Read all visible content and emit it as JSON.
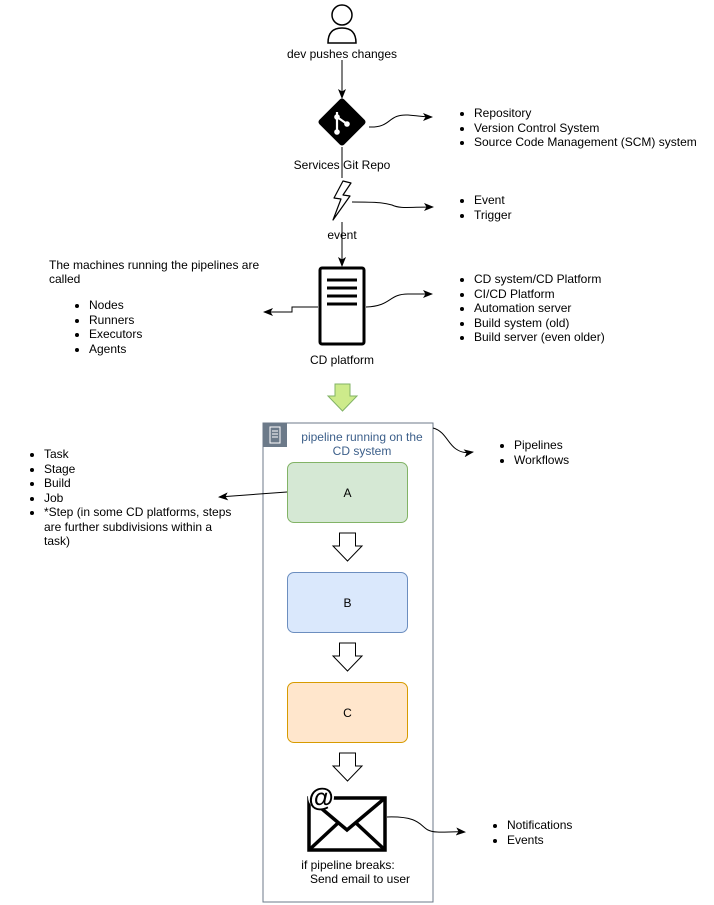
{
  "nodes": {
    "dev": {
      "label": "dev pushes changes"
    },
    "repo": {
      "label": "Services Git Repo"
    },
    "event": {
      "label": "event"
    },
    "cd_platform": {
      "label": "CD platform"
    },
    "pipeline": {
      "title": "pipeline running on the CD system"
    },
    "stages": [
      {
        "label": "A",
        "fill": "#d5e8d4",
        "stroke": "#82b366"
      },
      {
        "label": "B",
        "fill": "#dae8fc",
        "stroke": "#6c8ebf"
      },
      {
        "label": "C",
        "fill": "#ffe6cc",
        "stroke": "#d79b00"
      }
    ],
    "email": {
      "label_line1": "if pipeline breaks:",
      "label_line2": "Send email to user"
    }
  },
  "notes": {
    "repo_aliases": [
      "Repository",
      "Version Control System",
      "Source Code Management (SCM) system"
    ],
    "event_aliases": [
      "Event",
      "Trigger"
    ],
    "machines_intro": "The machines running the pipelines are called",
    "machines_aliases": [
      "Nodes",
      "Runners",
      "Executors",
      "Agents"
    ],
    "platform_aliases": [
      "CD system/CD Platform",
      "CI/CD Platform",
      "Automation server",
      "Build system (old)",
      "Build server (even older)"
    ],
    "pipeline_aliases": [
      "Pipelines",
      "Workflows"
    ],
    "stage_aliases": [
      "Task",
      "Stage",
      "Build",
      "Job",
      "*Step (in some CD platforms, steps are further subdivisions within a task)"
    ],
    "notification_aliases": [
      "Notifications",
      "Events"
    ]
  },
  "colors": {
    "big_arrow_fill": "#cdeb8b",
    "big_arrow_stroke": "#82b366",
    "container_stroke": "#6c7a89",
    "container_title": "#3c5f8a"
  },
  "icons": [
    "user-icon",
    "git-icon",
    "lightning-icon",
    "server-icon",
    "server-small-icon",
    "email-icon"
  ]
}
